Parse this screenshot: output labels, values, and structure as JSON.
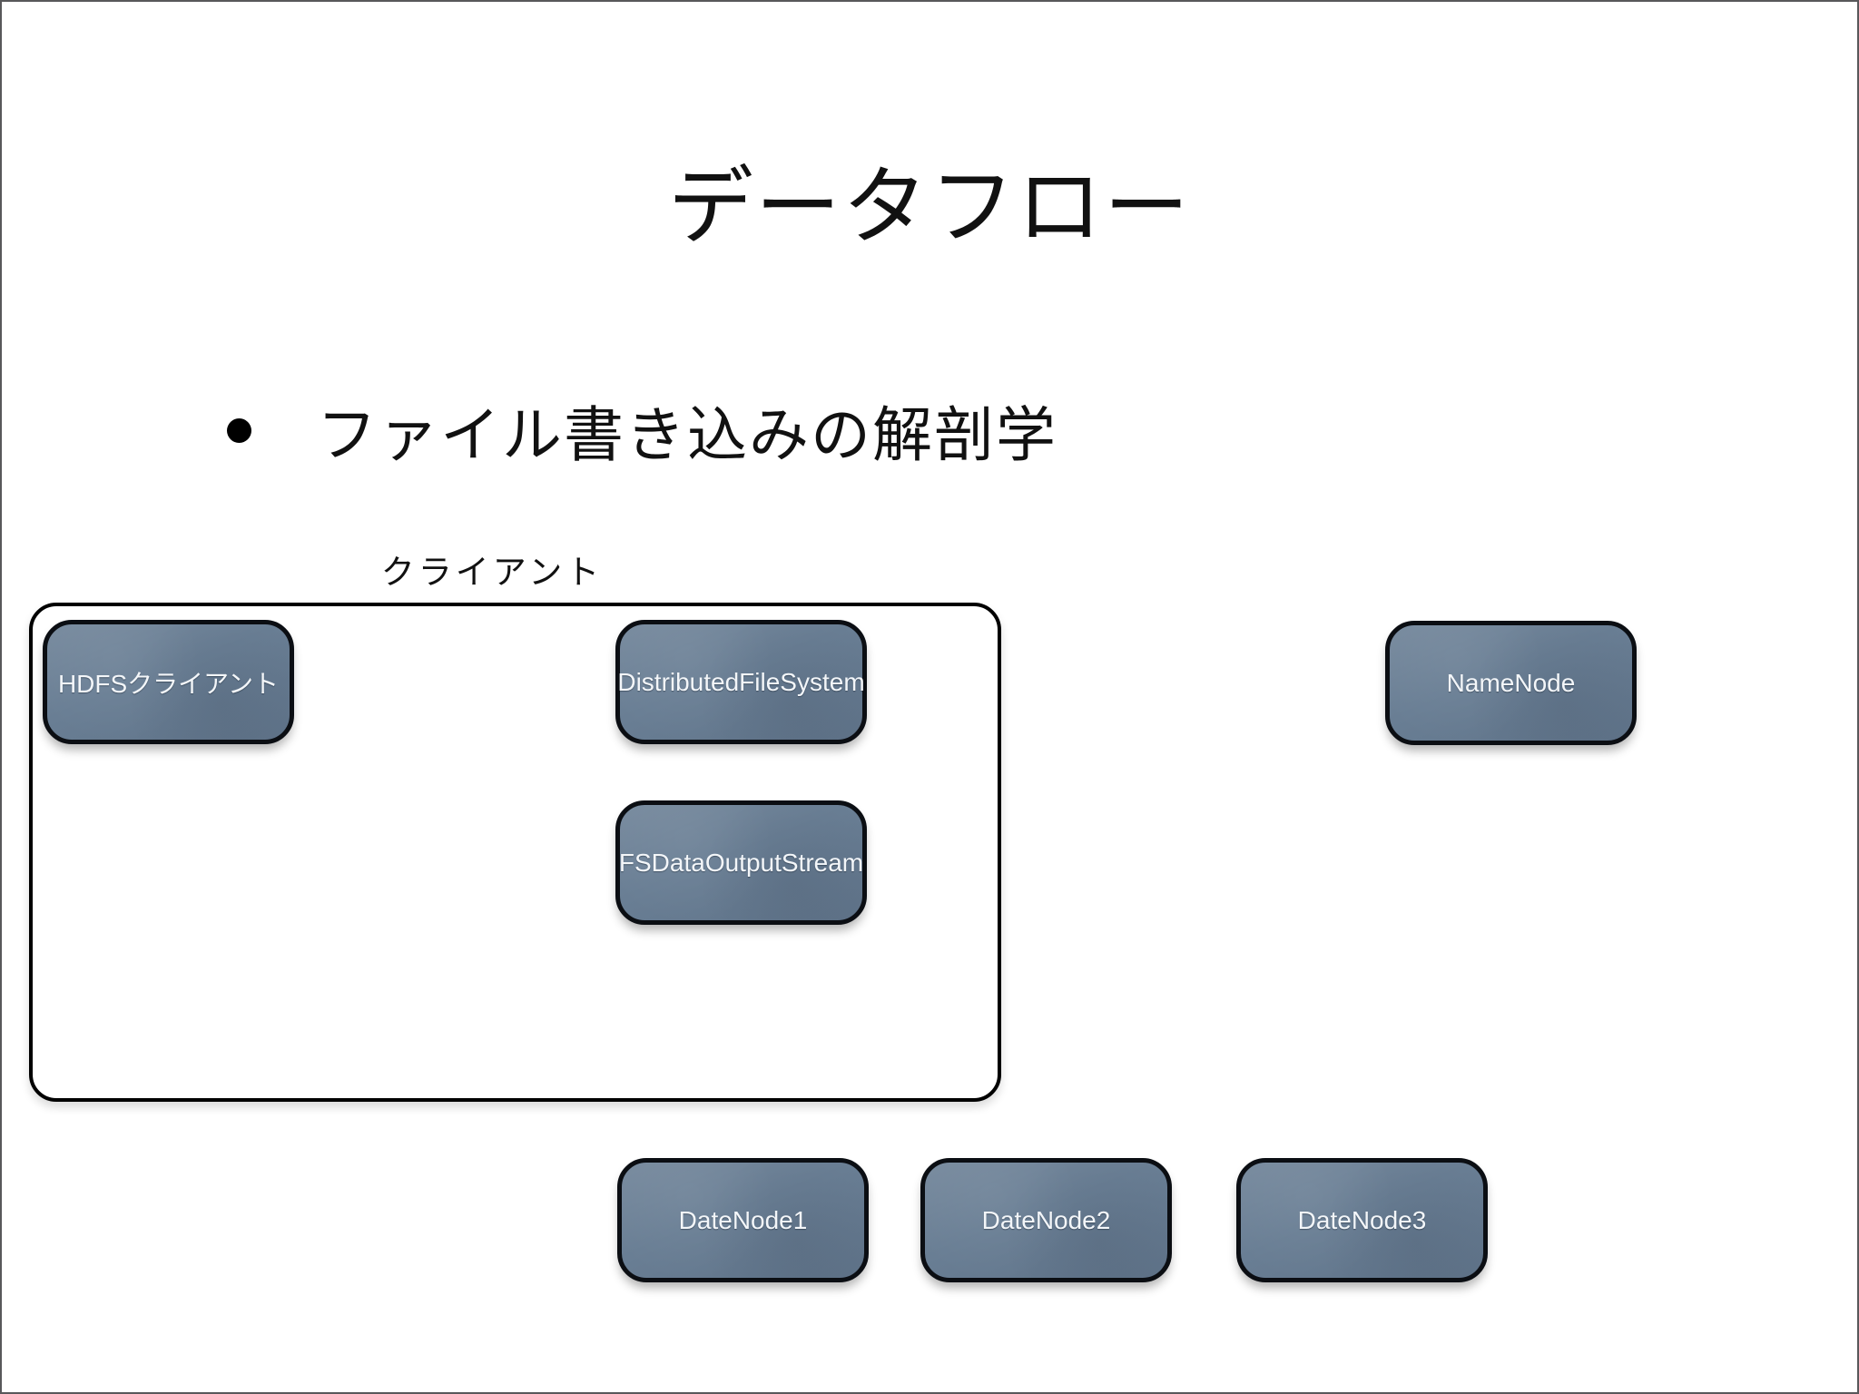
{
  "slide": {
    "title": "データフロー",
    "bullet": {
      "text": "ファイル書き込みの解剖学"
    },
    "diagram": {
      "client_group": {
        "label": "クライアント"
      },
      "nodes": {
        "hdfs_client": "HDFSクライアント",
        "distributed_file_system": "DistributedFileSystem",
        "fs_data_output_stream": "FSDataOutputStream",
        "name_node": "NameNode",
        "date_node_1": "DateNode1",
        "date_node_2": "DateNode2",
        "date_node_3": "DateNode3"
      }
    },
    "colors": {
      "node_fill": "#697e94",
      "node_border": "#0b0e13",
      "node_text": "#f3f6f9",
      "group_border": "#000000",
      "title_text": "#111111",
      "page_border": "#58585a",
      "background": "#ffffff"
    }
  }
}
